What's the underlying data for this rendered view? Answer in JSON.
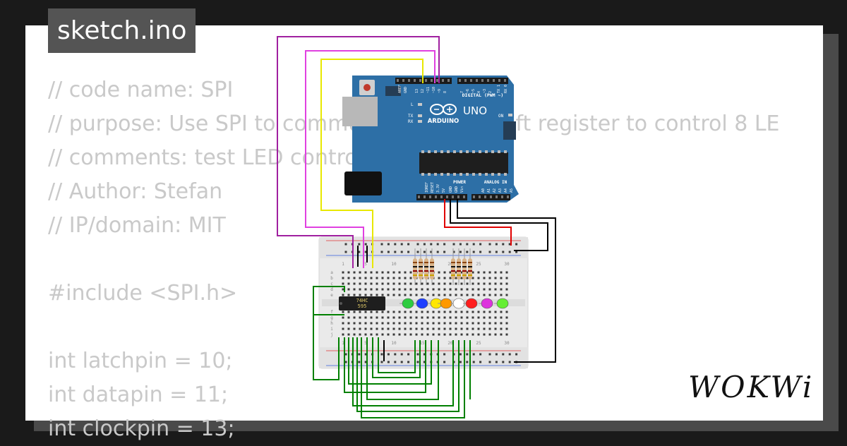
{
  "file_tab": {
    "label": "sketch.ino"
  },
  "code_lines": [
    "// code name: SPI",
    "// purpose: Use SPI to communicate with shift register to control 8 LE",
    "// comments: test LED control",
    "// Author: Stefan",
    "// IP/domain: MIT",
    "",
    "#include <SPI.h>",
    "",
    "int latchpin = 10;",
    "int datapin = 11;",
    "int clockpin = 13;"
  ],
  "brand": {
    "name": "WOKWi"
  },
  "arduino": {
    "model": "UNO",
    "brand_label": "ARDUINO",
    "digital_label": "DIGITAL (PWM ~)",
    "power_label": "POWER",
    "analog_label": "ANALOG IN",
    "on_label": "ON",
    "led_l": "L",
    "led_tx": "TX",
    "led_rx": "RX",
    "header_labels_top": [
      "AREF",
      "GND",
      "13",
      "12",
      "~11",
      "~10",
      "~9",
      "8",
      "7",
      "~6",
      "~5",
      "4",
      "~3",
      "2",
      "TX 1",
      "RX 0"
    ],
    "header_labels_bottom": [
      "IOREF",
      "RESET",
      "3.3V",
      "5V",
      "GND",
      "GND",
      "Vin",
      "A0",
      "A1",
      "A2",
      "A3",
      "A4",
      "A5"
    ]
  },
  "breadboard": {
    "columns_top": [
      "1",
      "5",
      "10",
      "15",
      "20",
      "25",
      "30"
    ],
    "columns_bottom": [
      "1",
      "5",
      "10",
      "15",
      "20",
      "25",
      "30"
    ],
    "rows_left": [
      "a",
      "b",
      "c",
      "d",
      "e",
      "f",
      "g",
      "h",
      "i",
      "j"
    ]
  },
  "chip": {
    "line1": "74HC",
    "line2": "595"
  },
  "colors": {
    "board": "#2d6fa6",
    "wire_magenta": "#a020a0",
    "wire_pink": "#e040e0",
    "wire_yellow": "#f2f200",
    "wire_red": "#e00000",
    "wire_black": "#000000",
    "wire_green": "#008000"
  },
  "leds": [
    {
      "color": "#2ecc40"
    },
    {
      "color": "#1f3fff"
    },
    {
      "color": "#ffe600"
    },
    {
      "color": "#ff9900"
    },
    {
      "color": "#ffffff"
    },
    {
      "color": "#ff2020"
    },
    {
      "color": "#dd33dd"
    },
    {
      "color": "#66ee33"
    }
  ]
}
